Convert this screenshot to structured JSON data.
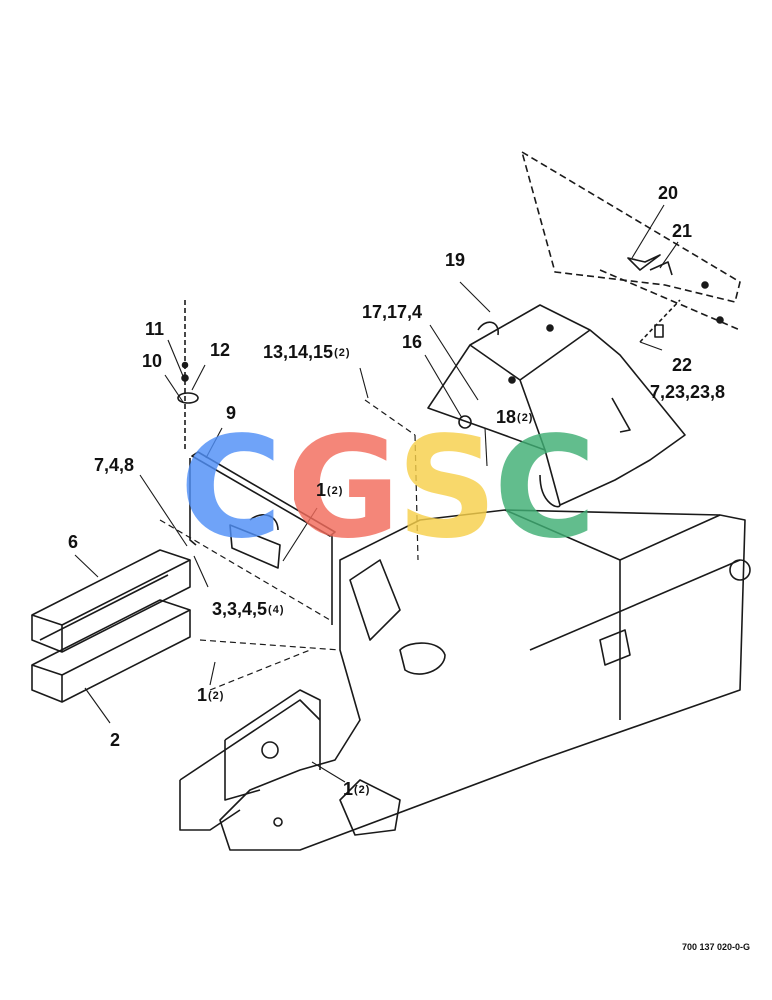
{
  "diagram": {
    "callouts": [
      {
        "id": "c20",
        "text": "20",
        "qty": ""
      },
      {
        "id": "c21",
        "text": "21",
        "qty": ""
      },
      {
        "id": "c19",
        "text": "19",
        "qty": ""
      },
      {
        "id": "c17",
        "text": "17,17,4",
        "qty": ""
      },
      {
        "id": "c16",
        "text": "16",
        "qty": ""
      },
      {
        "id": "c22",
        "text": "22",
        "qty": ""
      },
      {
        "id": "c7b",
        "text": "7,23,23,8",
        "qty": ""
      },
      {
        "id": "c13",
        "text": "13,14,15",
        "qty": "(2)"
      },
      {
        "id": "c18",
        "text": "18",
        "qty": "(2)"
      },
      {
        "id": "c11",
        "text": "11",
        "qty": ""
      },
      {
        "id": "c12",
        "text": "12",
        "qty": ""
      },
      {
        "id": "c10",
        "text": "10",
        "qty": ""
      },
      {
        "id": "c9",
        "text": "9",
        "qty": ""
      },
      {
        "id": "c7a",
        "text": "7,4,8",
        "qty": ""
      },
      {
        "id": "c1a",
        "text": "1",
        "qty": "(2)"
      },
      {
        "id": "c6",
        "text": "6",
        "qty": ""
      },
      {
        "id": "c3",
        "text": "3,3,4,5",
        "qty": "(4)"
      },
      {
        "id": "c1b",
        "text": "1",
        "qty": "(2)"
      },
      {
        "id": "c2",
        "text": "2",
        "qty": ""
      },
      {
        "id": "c1c",
        "text": "1",
        "qty": "(2)"
      }
    ],
    "document_number": "700 137 020-0-G",
    "watermark": {
      "letters": [
        "C",
        "G",
        "S",
        "C"
      ],
      "colors": [
        "#4f8ff7",
        "#f26b5c",
        "#f7cf4a",
        "#3fae74"
      ]
    }
  }
}
